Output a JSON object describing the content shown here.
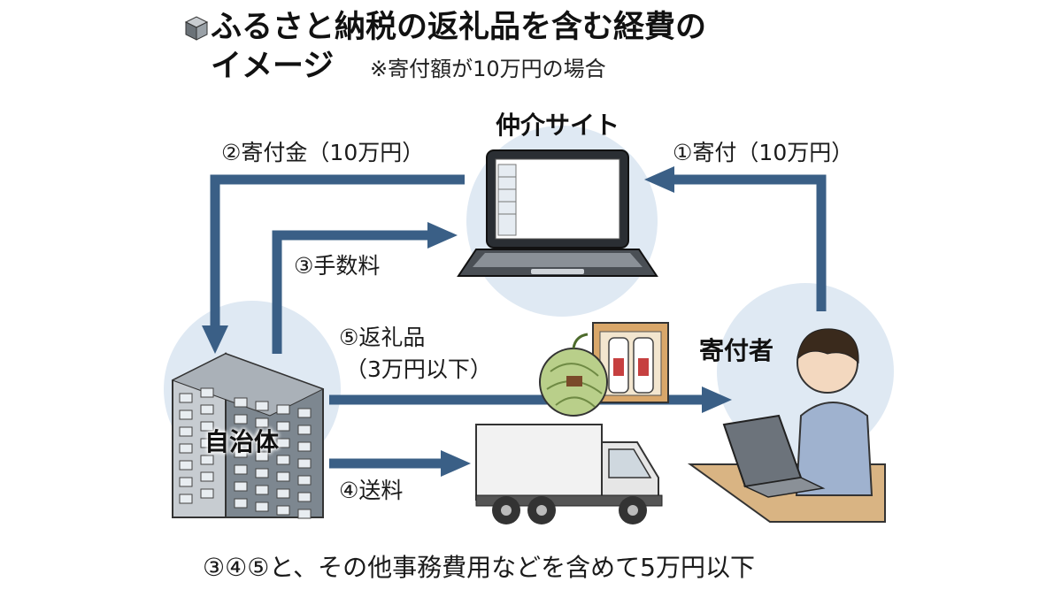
{
  "title": {
    "line1": "ふるさと納税の返礼品を含む経費の",
    "line2": "イメージ",
    "note": "※寄付額が10万円の場合"
  },
  "nodes": {
    "intermediary": "仲介サイト",
    "donor": "寄付者",
    "municipality": "自治体"
  },
  "flows": {
    "donation": "①寄付（10万円）",
    "donation_money": "②寄付金（10万円）",
    "fee": "③手数料",
    "shipping": "④送料",
    "gift_line1": "⑤返礼品",
    "gift_line2": "（3万円以下）"
  },
  "summary": "③④⑤と、その他事務費用などを含めて5万円以下",
  "colors": {
    "arrow": "#3a5f86",
    "bubble": "#dfe9f3",
    "building": "#7d8790",
    "desk": "#d9b483"
  }
}
